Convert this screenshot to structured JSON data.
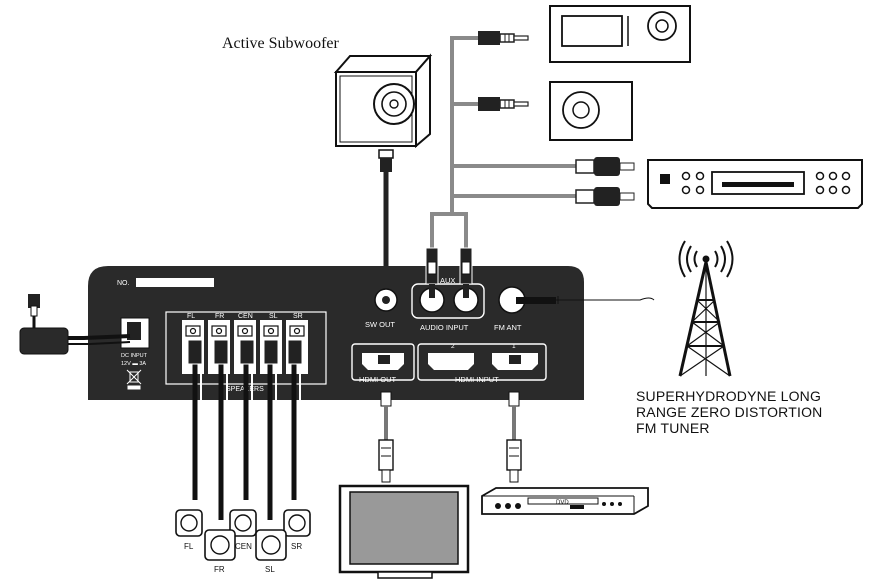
{
  "subwoofer": {
    "label": "Active Subwoofer"
  },
  "panel": {
    "no_label": "NO.",
    "aux_label": "AUX",
    "audio_input_label": "AUDIO INPUT",
    "sw_out_label": "SW OUT",
    "fm_ant_label": "FM ANT",
    "hdmi_out_label": "HDMI OUT",
    "hdmi_input_label": "HDMI INPUT",
    "hdmi_in_2": "2",
    "hdmi_in_1": "1",
    "speakers_label": "SPEAKERS",
    "dc_input_line1": "DC INPUT",
    "dc_input_line2": "12V ▬ 3A",
    "channels": [
      "FL",
      "FR",
      "CEN",
      "SL",
      "SR"
    ]
  },
  "speakers": {
    "top_row": [
      "FL",
      "CEN",
      "SR"
    ],
    "bottom_row": [
      "FR",
      "SL"
    ]
  },
  "tuner": {
    "lines": [
      "SUPERHYDRODYNE LONG",
      "RANGE ZERO DISTORTION",
      "FM TUNER"
    ]
  },
  "dvd": {
    "label": "DVD"
  }
}
